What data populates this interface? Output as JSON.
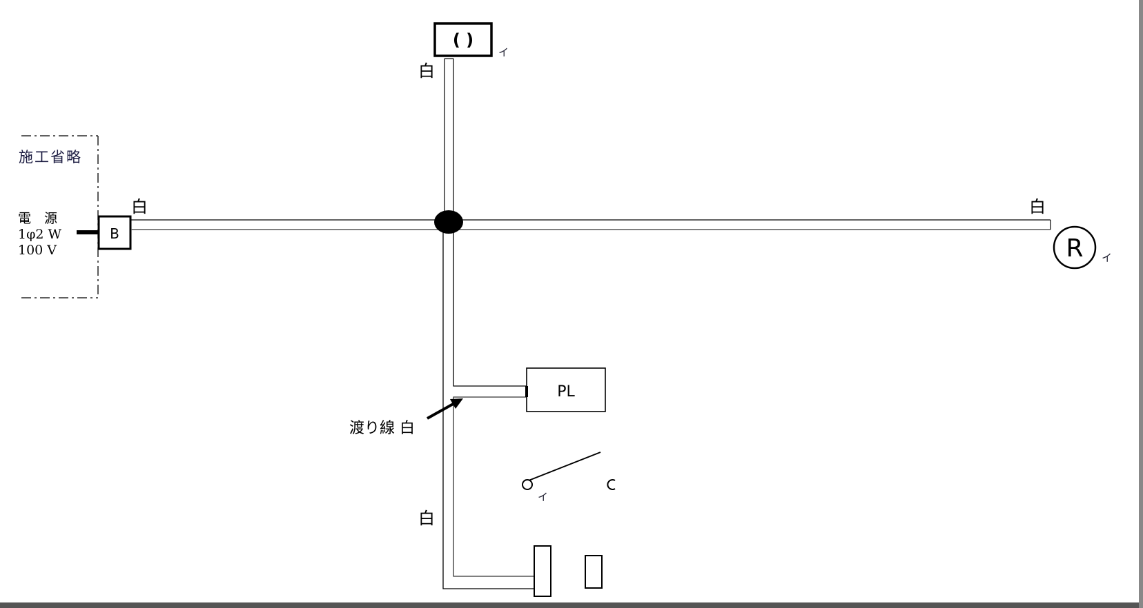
{
  "diagram": {
    "omitted_section": {
      "label": "施工省略",
      "power_source": [
        "電　源",
        "1φ2 W",
        "100 V"
      ]
    },
    "breaker_label": "B",
    "wire_color_labels": {
      "left": "白",
      "right": "白",
      "top": "白",
      "bottom": "白"
    },
    "ceiling_light_symbol": "( )",
    "ceiling_light_tag": "イ",
    "receptacle_symbol": "R",
    "receptacle_tag": "イ",
    "pilot_lamp_label": "PL",
    "jumper_label": "渡り線 白",
    "switch_tag": "イ",
    "switch_terminal": "c"
  }
}
